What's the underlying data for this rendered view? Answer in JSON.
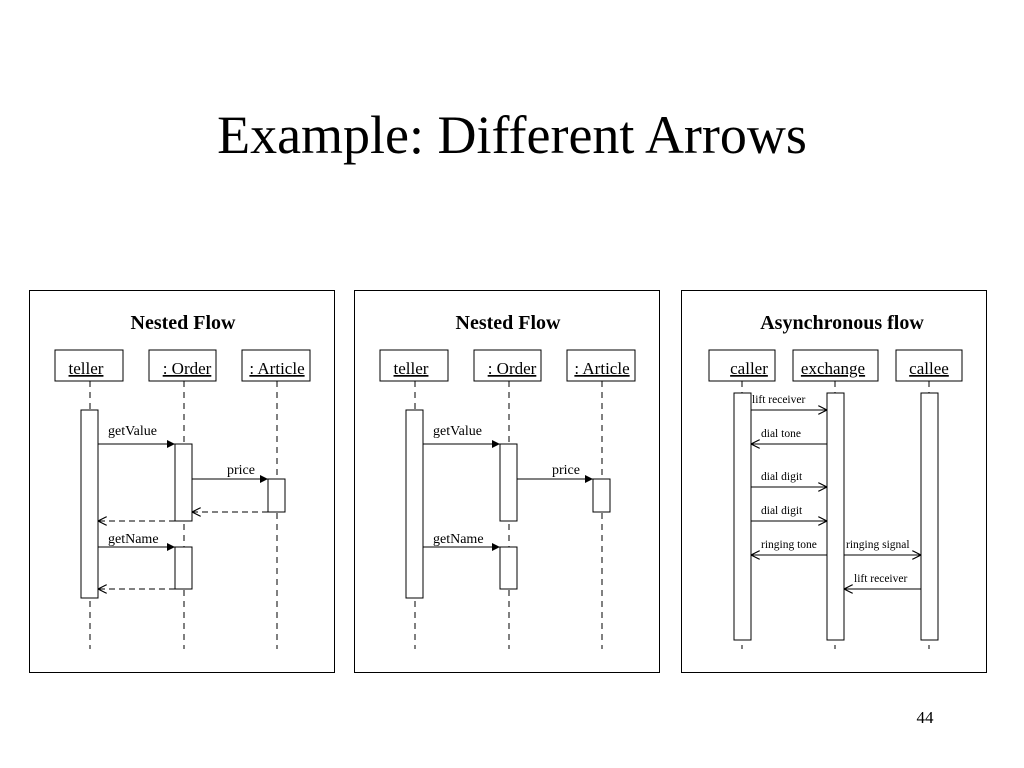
{
  "slide": {
    "title": "Example: Different Arrows",
    "page_number": "44"
  },
  "panels": [
    {
      "title": "Nested Flow",
      "objects": [
        "teller",
        ": Order",
        ": Article"
      ],
      "messages": [
        "getValue",
        "price",
        "getName"
      ]
    },
    {
      "title": "Nested Flow",
      "objects": [
        "teller",
        ": Order",
        ": Article"
      ],
      "messages": [
        "getValue",
        "price",
        "getName"
      ]
    },
    {
      "title": "Asynchronous flow",
      "objects": [
        "caller",
        "exchange",
        "callee"
      ],
      "messages": [
        "lift receiver",
        "dial tone",
        "dial digit",
        "dial digit",
        "ringing tone",
        "ringing signal",
        "lift receiver"
      ]
    }
  ]
}
